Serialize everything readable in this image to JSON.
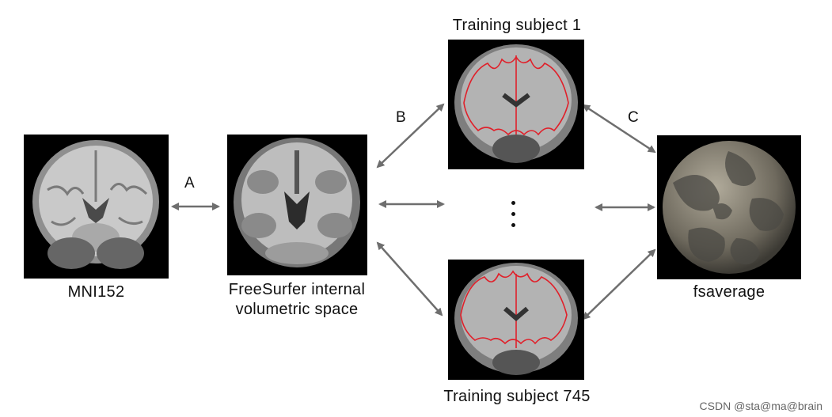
{
  "panels": {
    "mni": {
      "label": "MNI152"
    },
    "freesurfer": {
      "label_line1": "FreeSurfer internal",
      "label_line2": "volumetric space"
    },
    "subject1": {
      "label": "Training subject 1"
    },
    "subject745": {
      "label": "Training subject 745"
    },
    "fsaverage": {
      "label": "fsaverage"
    }
  },
  "edges": {
    "a": "A",
    "b": "B",
    "c": "C"
  },
  "watermark": "CSDN @sta@ma@brain",
  "colors": {
    "arrow": "#6e6e6e",
    "contour": "#e0202a",
    "brain_gray": "#9a9a9a"
  }
}
